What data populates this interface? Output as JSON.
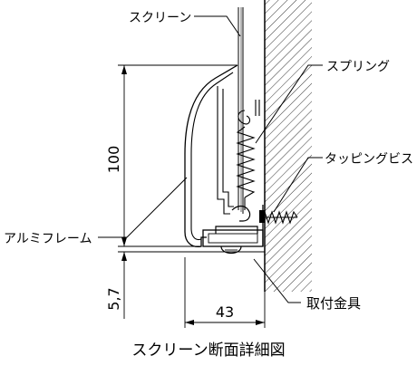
{
  "labels": {
    "screen": "スクリーン",
    "spring": "スプリング",
    "tapping_screw": "タッピングビス",
    "aluminum_frame": "アルミフレーム",
    "mounting_bracket": "取付金具"
  },
  "dimensions": {
    "height": "100",
    "offset": "5,7",
    "depth": "43"
  },
  "caption": "スクリーン断面詳細図"
}
